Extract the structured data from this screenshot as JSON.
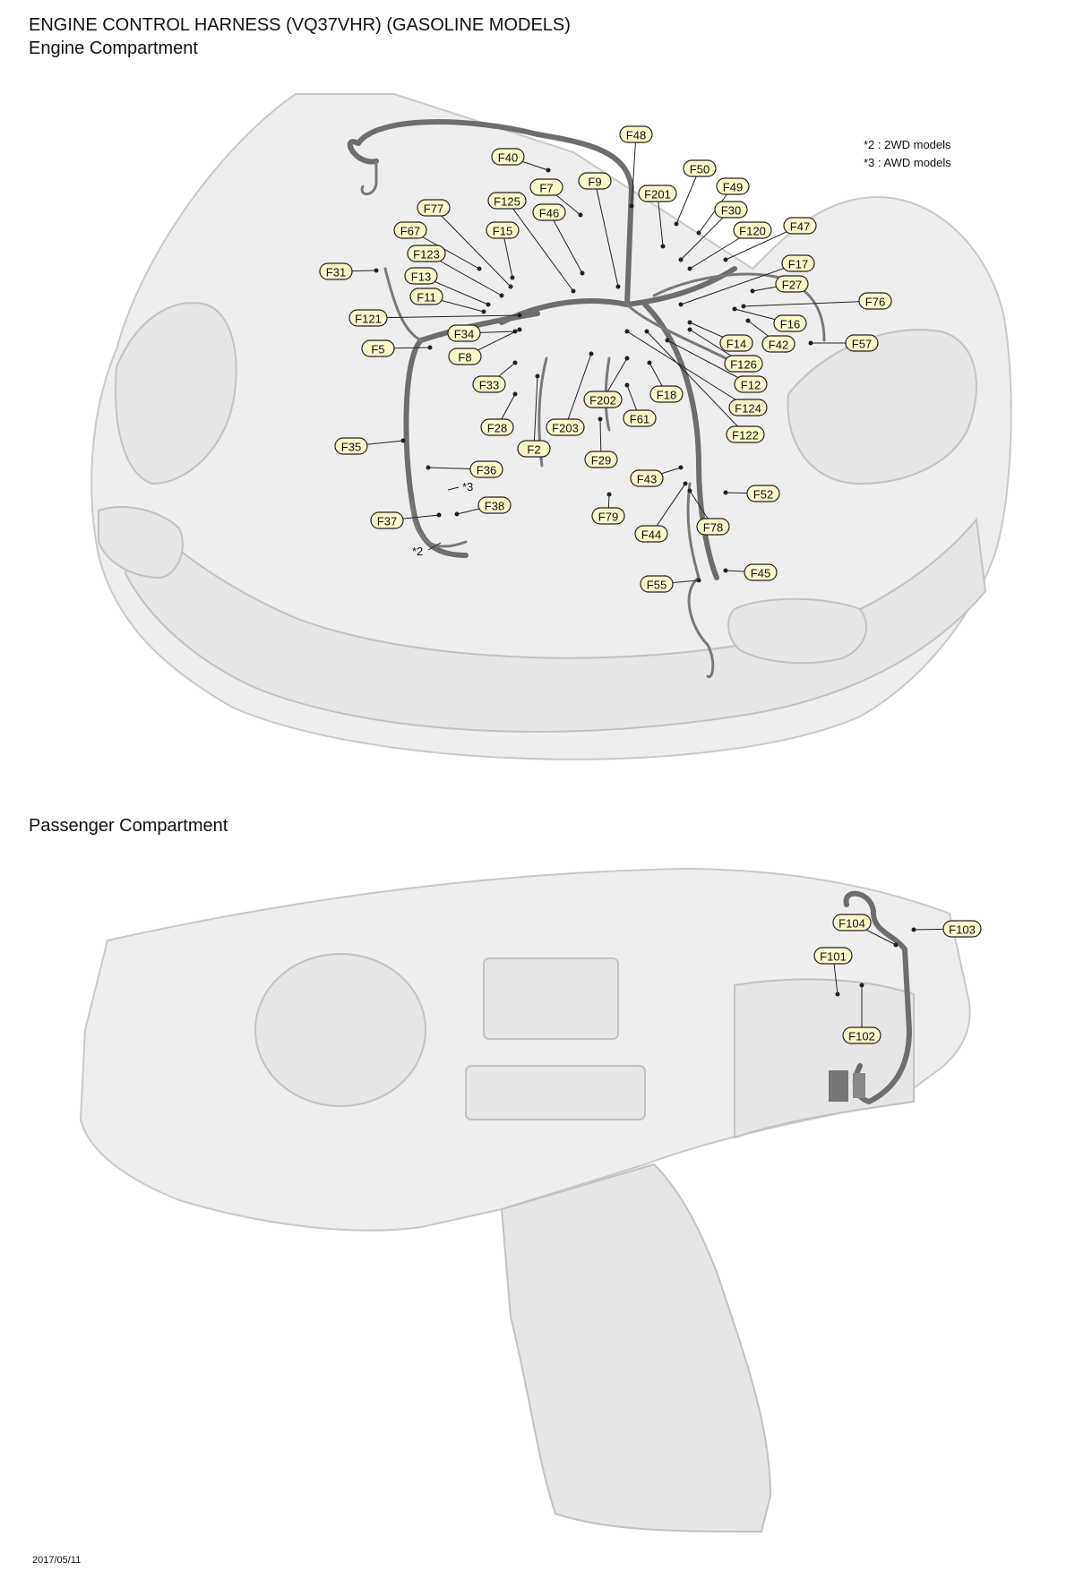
{
  "header": {
    "title": "ENGINE CONTROL HARNESS (VQ37VHR) (GASOLINE MODELS)",
    "engine_section": "Engine Compartment",
    "passenger_section": "Passenger Compartment"
  },
  "legend": [
    "*2 : 2WD models",
    "*3 : AWD models"
  ],
  "notes": {
    "star2": "*2",
    "star3": "*3"
  },
  "engine_connectors": [
    "F48",
    "F40",
    "F50",
    "F9",
    "F7",
    "F201",
    "F49",
    "F125",
    "F77",
    "F46",
    "F30",
    "F67",
    "F15",
    "F120",
    "F47",
    "F123",
    "F17",
    "F31",
    "F13",
    "F27",
    "F11",
    "F76",
    "F121",
    "F16",
    "F34",
    "F5",
    "F14",
    "F42",
    "F57",
    "F8",
    "F126",
    "F33",
    "F12",
    "F18",
    "F202",
    "F124",
    "F28",
    "F61",
    "F203",
    "F122",
    "F35",
    "F2",
    "F29",
    "F36",
    "F43",
    "F38",
    "F52",
    "F37",
    "F79",
    "F78",
    "F44",
    "F45",
    "F55"
  ],
  "passenger_connectors": [
    "F104",
    "F103",
    "F101",
    "F102"
  ],
  "footer": {
    "date": "2017/05/11"
  },
  "colors": {
    "label_fill": "#fcf6c9",
    "harness": "#6e6e6e",
    "body": "#eeeeee"
  }
}
